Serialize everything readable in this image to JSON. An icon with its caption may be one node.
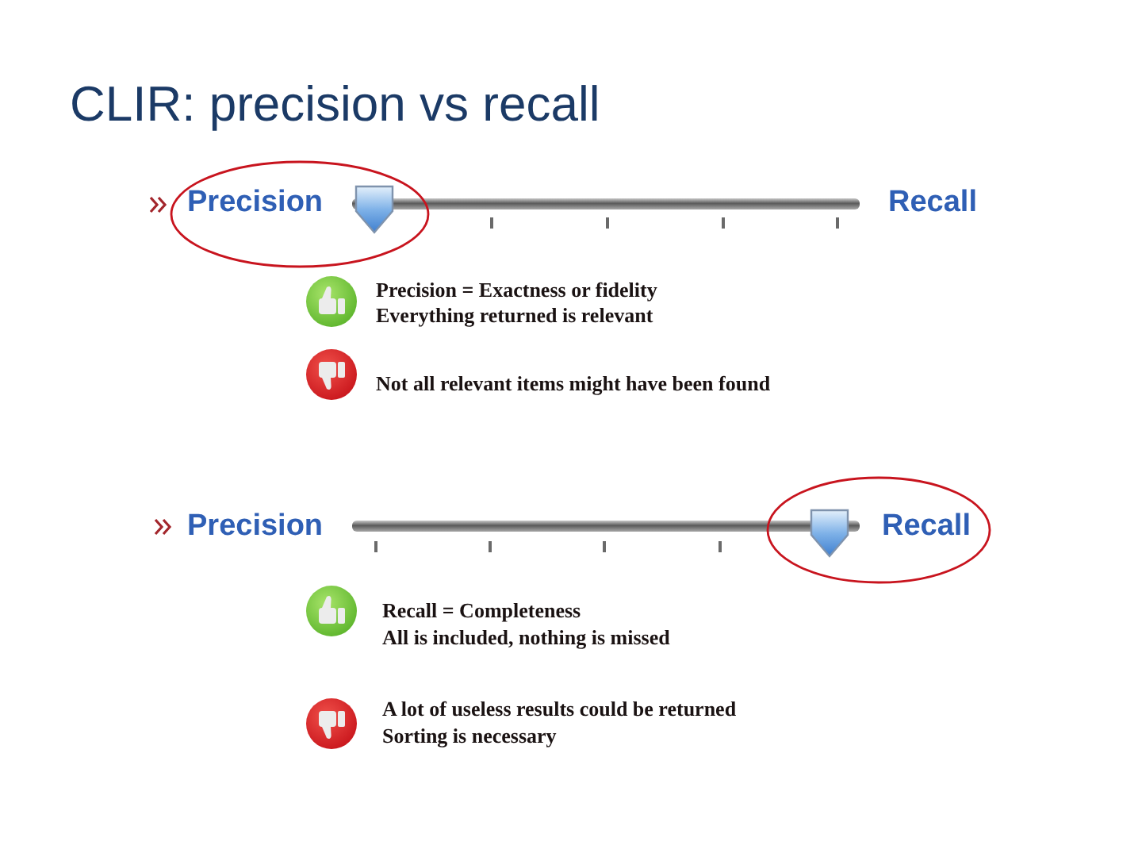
{
  "diagram": {
    "title": "CLIR: precision vs recall",
    "nodes": [
      {
        "text": [
          "Precision"
        ]
      },
      {
        "text": [
          "Recall"
        ]
      }
    ],
    "labels": [
      "Recall",
      "Precision = Exactness or fidelity",
      "Everything returned is relevant",
      "Not all relevant items might have been found",
      "Precision",
      "Recall = Completeness",
      "All is included, nothing is missed",
      "A lot of useless results could be returned",
      "Sorting is necessary"
    ]
  }
}
